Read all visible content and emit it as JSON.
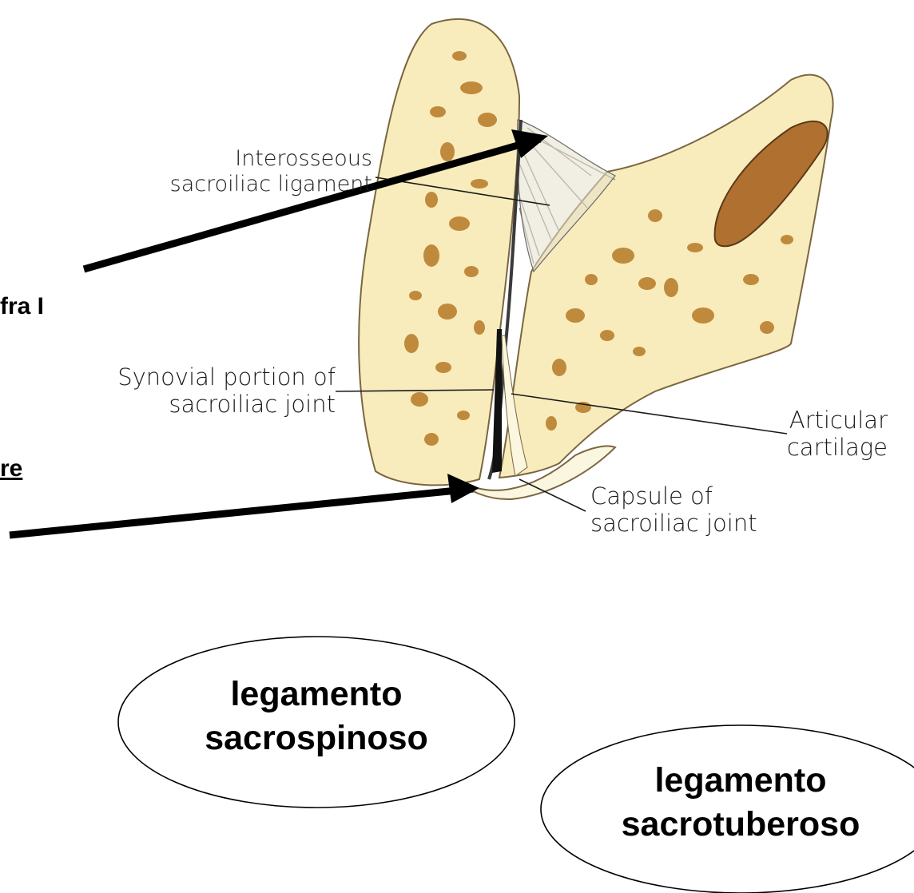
{
  "figure": {
    "labels": {
      "interosseous": [
        "Interosseous",
        "sacroiliac ligament"
      ],
      "synovial": [
        "Synovial portion of",
        "sacroiliac joint"
      ],
      "articular": [
        "Articular",
        "cartilage"
      ],
      "capsule": [
        "Capsule of",
        "sacroiliac joint"
      ]
    }
  },
  "side_text": {
    "top": "fra I",
    "bottom": "re"
  },
  "ellipses": {
    "sacrospinoso": [
      "legamento",
      "sacrospinoso"
    ],
    "sacrotuberoso": [
      "legamento",
      "sacrotuberoso"
    ]
  },
  "colors": {
    "bone_fill": "#f8ecbc",
    "bone_speckle": "#c08a3c",
    "cartilage": "#fbf6df",
    "outline": "#6a5a3a",
    "arrow": "#000000"
  }
}
